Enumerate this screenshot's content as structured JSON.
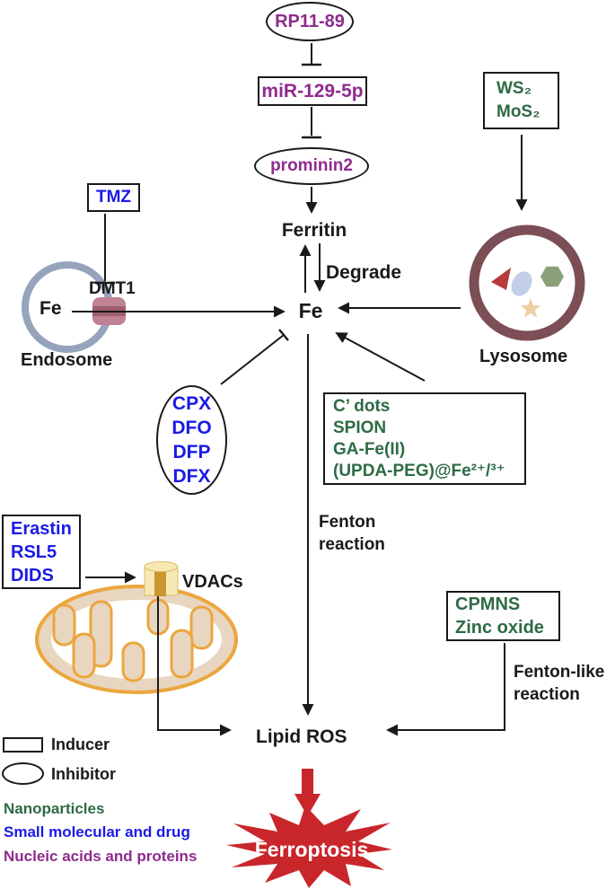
{
  "title": "Ferroptosis regulation pathway diagram",
  "nodes": {
    "rp11": "RP11-89",
    "mir": "miR-129-5p",
    "prominin": "prominin2",
    "ferritin": "Ferritin",
    "degrade": "Degrade",
    "fe_central": "Fe",
    "fe_endosome": "Fe",
    "dmt1": "DMT1",
    "endosome": "Endosome",
    "tmz": "TMZ",
    "ws_box": [
      "WS₂",
      "MoS₂"
    ],
    "lysosome": "Lysosome",
    "chelators": [
      "CPX",
      "DFO",
      "DFP",
      "DFX"
    ],
    "nano_box": [
      "C’ dots",
      "SPION",
      "GA-Fe(II)",
      "(UPDA-PEG)@Fe²⁺/³⁺"
    ],
    "erastin_box": [
      "Erastin",
      "RSL5",
      "DIDS"
    ],
    "vdacs": "VDACs",
    "fenton": [
      "Fenton",
      "reaction"
    ],
    "cpmns_box": [
      "CPMNS",
      "Zinc oxide"
    ],
    "fenton_like": [
      "Fenton-like",
      "reaction"
    ],
    "lipid_ros": "Lipid ROS",
    "ferroptosis": "Ferroptosis"
  },
  "legend": {
    "inducer": "Inducer",
    "inhibitor": "Inhibitor",
    "categories": [
      {
        "label": "Nanoparticles",
        "color": "#2D6B45"
      },
      {
        "label": "Small molecular and drug",
        "color": "#1A1AE6"
      },
      {
        "label": "Nucleic acids and proteins",
        "color": "#8E2B8E"
      }
    ]
  },
  "colors": {
    "purple_text": "#8E2B8E",
    "blue_text": "#1A1AE6",
    "green_text": "#2D6B45",
    "line_black": "#1a1a1a",
    "ferroptosis_red": "#C9262C",
    "lysosome_border": "#7C4E55",
    "endosome_border": "#95A3BB",
    "dmt1_channel": "#BF8292",
    "dmt1_channel_band": "#9E5F6E",
    "mito_border": "#EBA63E",
    "mito_fill": "#E9D6C0",
    "vdac_fill": "#F6E9B4",
    "vdac_stripe": "#C9972F",
    "lyso_triangle": "#B93A3E",
    "lyso_vesicle": "#C3CFE8",
    "lyso_hexagon": "#8AA07A",
    "lyso_star": "#ECCFA2"
  }
}
